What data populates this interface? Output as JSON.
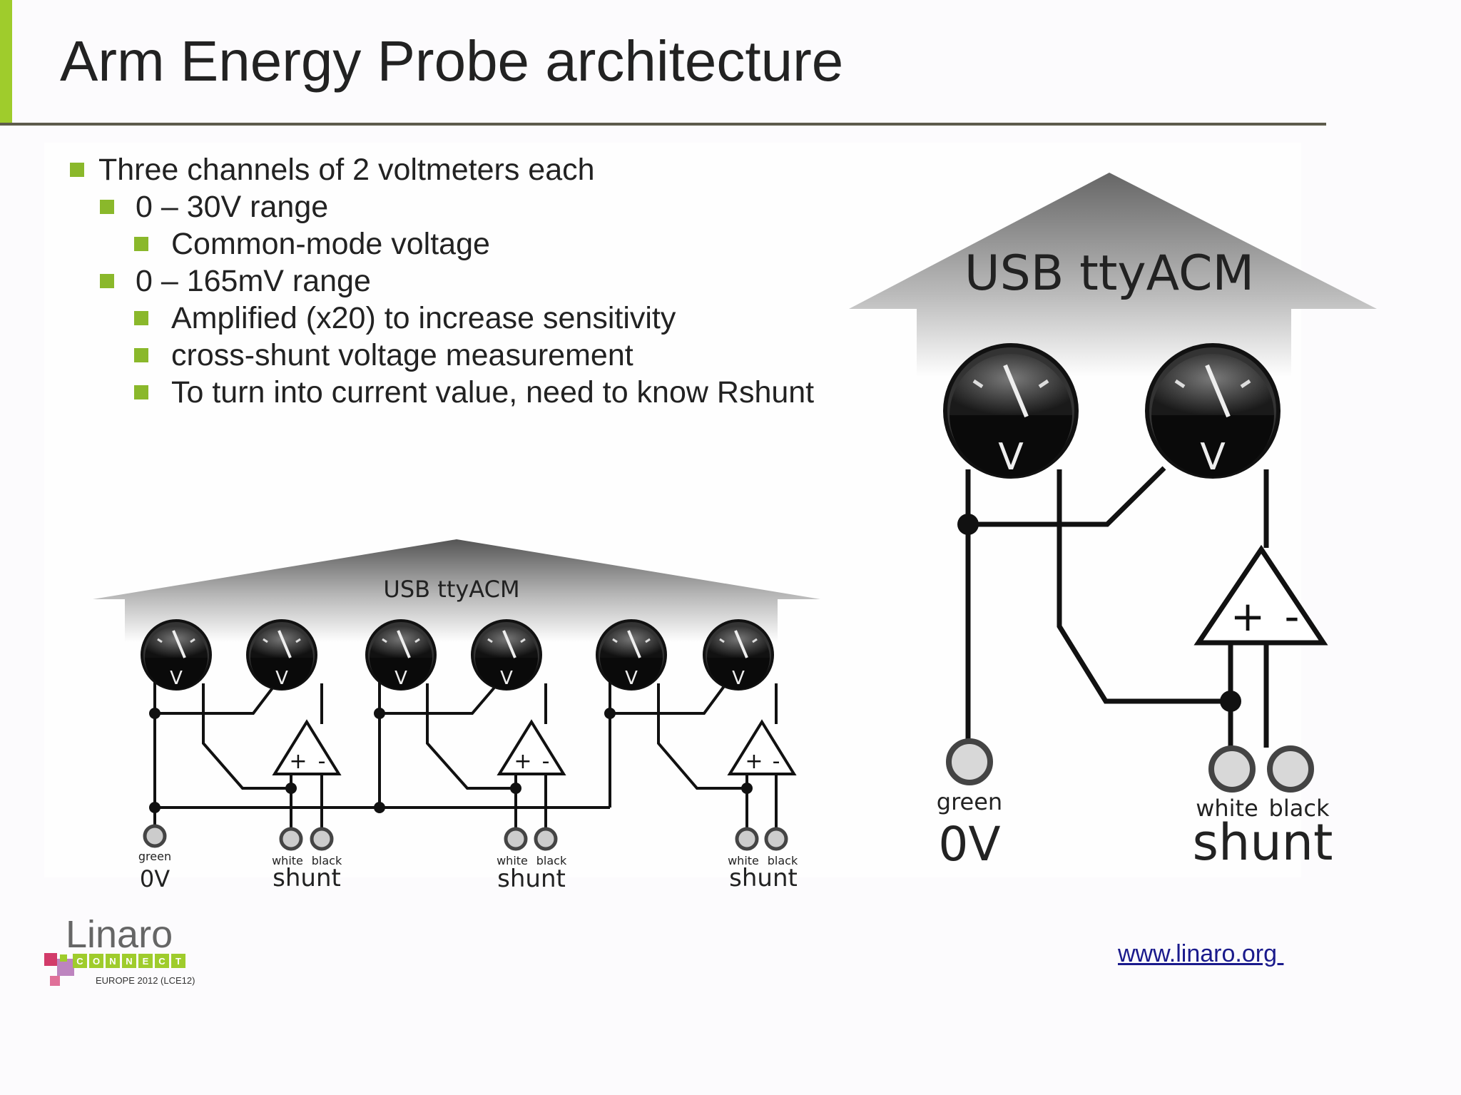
{
  "slide": {
    "title": "Arm Energy Probe architecture",
    "bullets": [
      {
        "level": 1,
        "text": "Three channels of 2 voltmeters each"
      },
      {
        "level": 2,
        "text": "0 – 30V range"
      },
      {
        "level": 3,
        "text": "Common-mode voltage"
      },
      {
        "level": 2,
        "text": "0 – 165mV range"
      },
      {
        "level": 3,
        "text": "Amplified (x20) to increase sensitivity"
      },
      {
        "level": 3,
        "text": "cross-shunt voltage measurement"
      },
      {
        "level": 3,
        "text": "To turn into current value, need to know Rshunt"
      }
    ],
    "url": "www.linaro.org "
  },
  "diagram_small": {
    "header": "USB ttyACM",
    "meter_label": "V",
    "amp_plus": "+",
    "amp_minus": "-",
    "green_label": "green",
    "zero_label": "0V",
    "white_label": "white",
    "black_label": "black",
    "shunt_label": "shunt"
  },
  "diagram_large": {
    "header": "USB ttyACM",
    "meter_label": "V",
    "amp_plus": "+",
    "amp_minus": "-",
    "green_label": "green",
    "zero_label": "0V",
    "white_label": "white",
    "black_label": "black",
    "shunt_label": "shunt"
  },
  "logo": {
    "brand": "Linaro",
    "connect_letters": [
      "C",
      "O",
      "N",
      "N",
      "E",
      "C",
      "T"
    ],
    "event": "EUROPE 2012 (LCE12)"
  },
  "colors": {
    "accent": "#9fcc2c",
    "bullet": "#8ab82b",
    "rule": "#5d5b4c",
    "link": "#1a1a8c"
  }
}
